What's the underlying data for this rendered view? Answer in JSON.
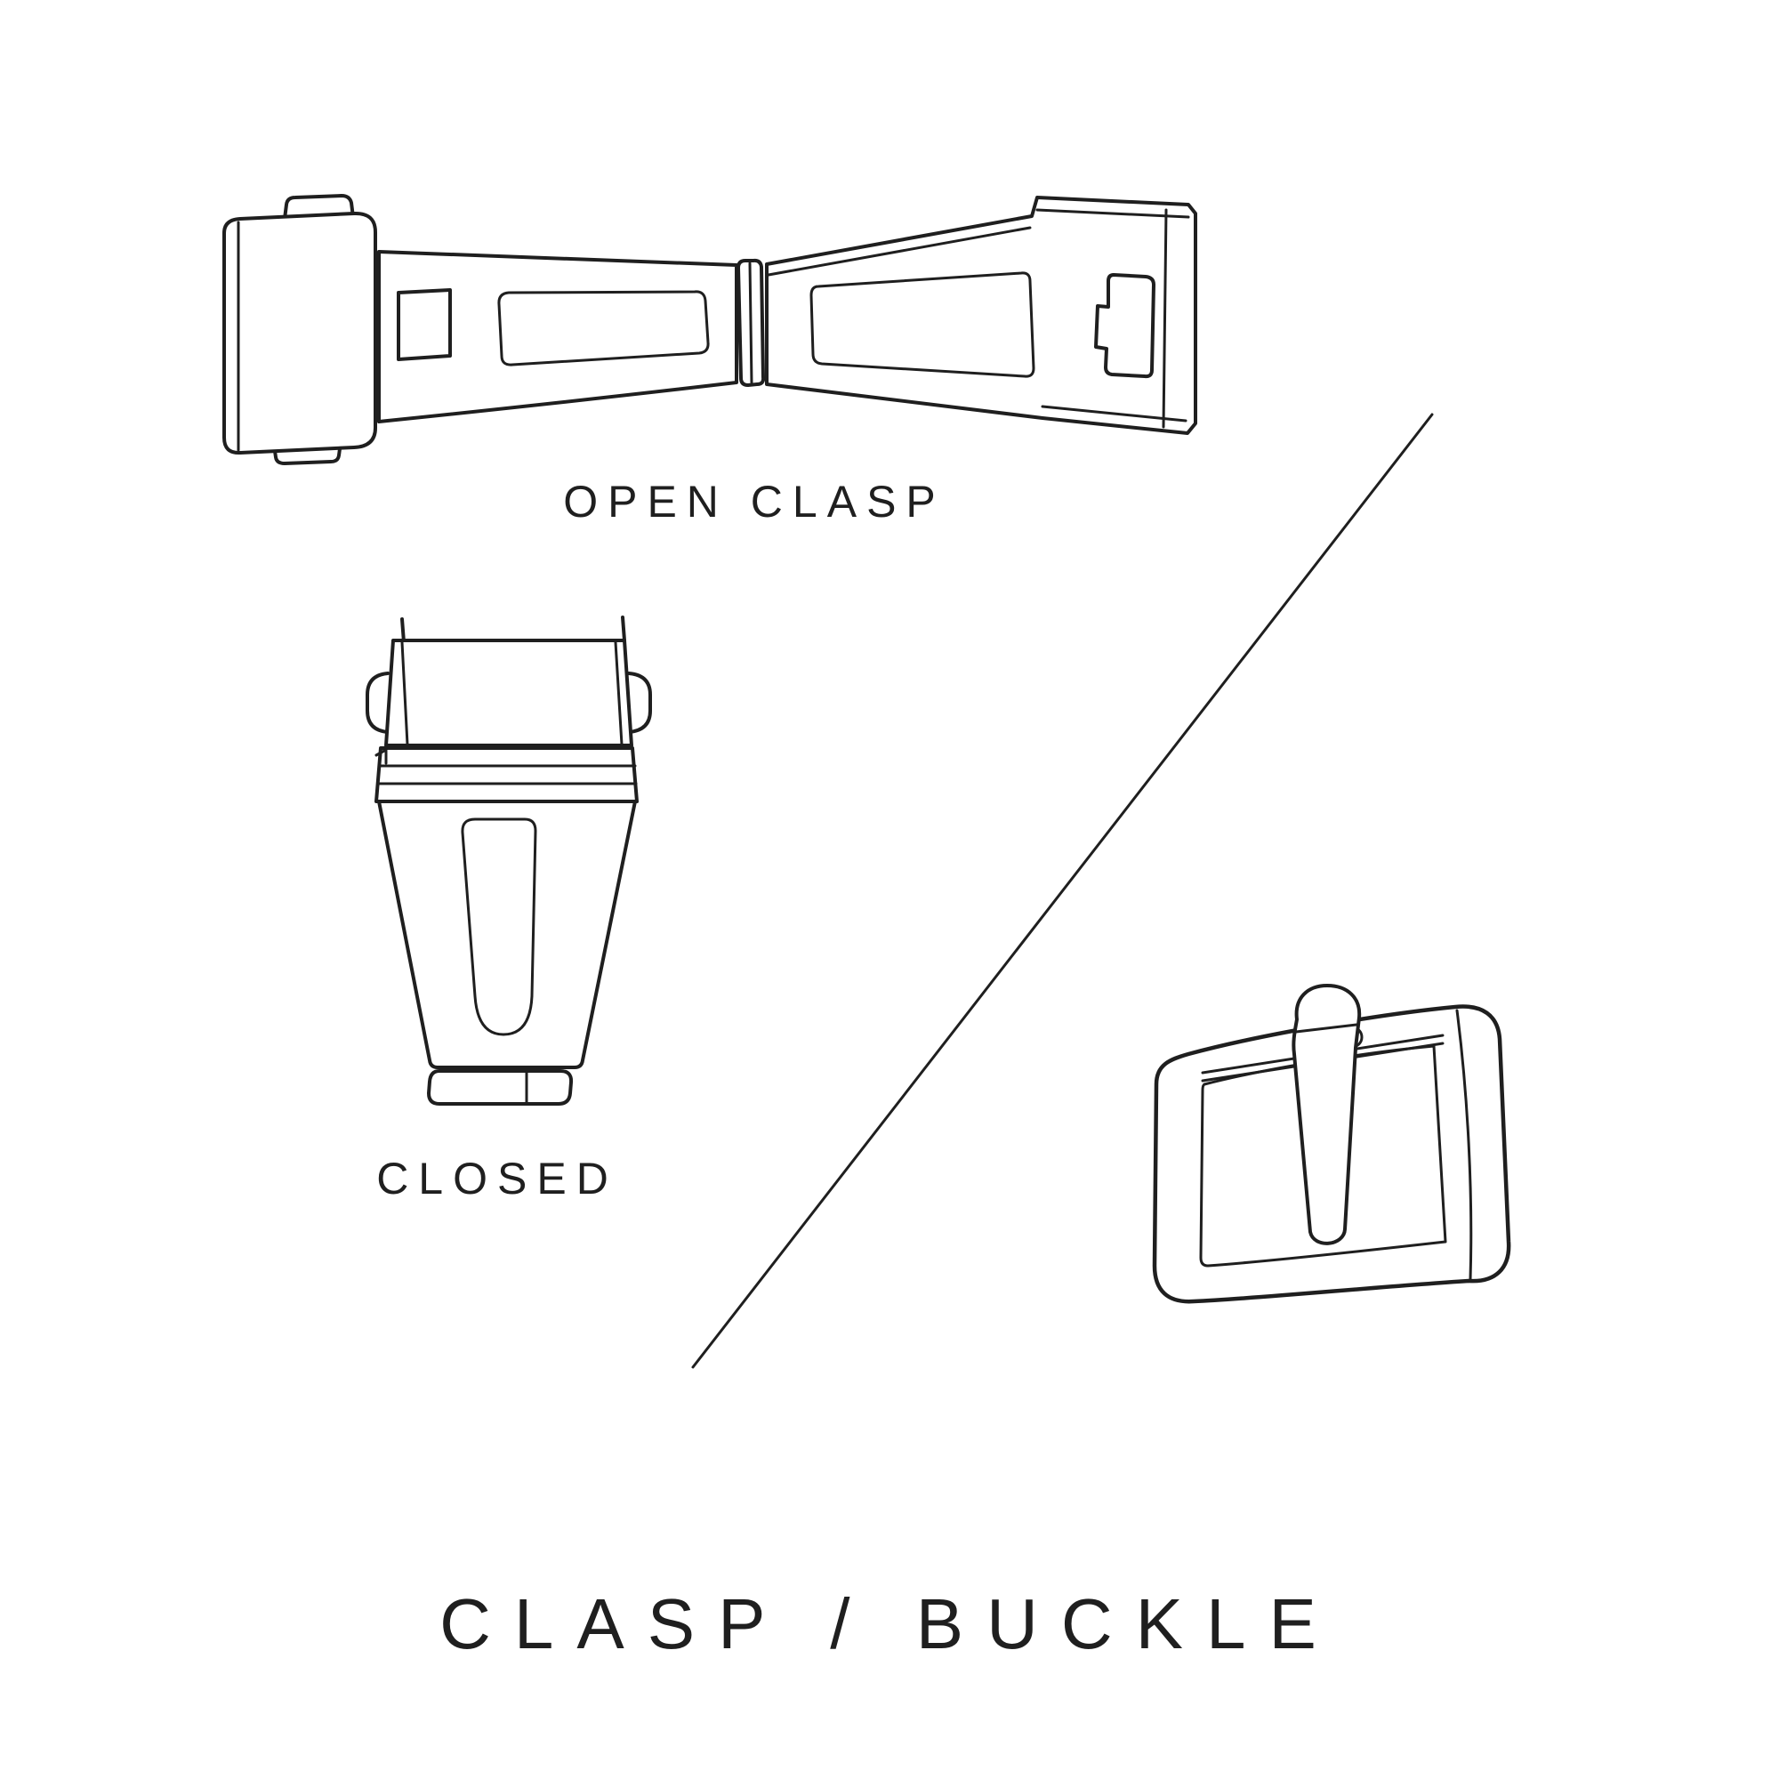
{
  "page": {
    "background_color": "#ffffff",
    "line_color": "#1f1f1f",
    "text_color": "#1f1f1f"
  },
  "diagram": {
    "title": "CLASP / BUCKLE",
    "labels": {
      "open_clasp": "OPEN CLASP",
      "closed": "CLOSED"
    },
    "illustrations": [
      {
        "name": "open-clasp",
        "caption": "OPEN CLASP"
      },
      {
        "name": "closed-clasp",
        "caption": "CLOSED"
      },
      {
        "name": "tang-buckle",
        "caption": ""
      }
    ]
  }
}
